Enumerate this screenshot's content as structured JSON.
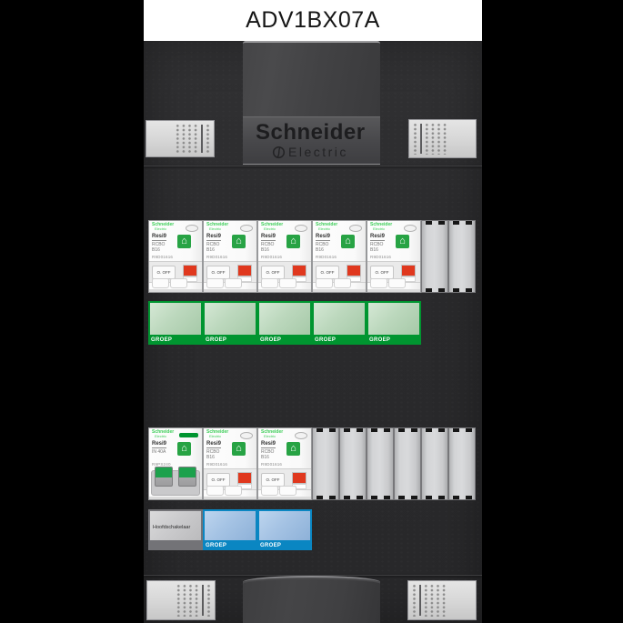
{
  "title": "ADV1BX07A",
  "logo": {
    "name": "Schneider",
    "sub": "Electric"
  },
  "icons": {
    "house": "⌂"
  },
  "row1": {
    "breakers": [
      {
        "brand": "Schneider",
        "brand_sub": "Electric",
        "series": "Resi9",
        "type": "RCBO",
        "rating": "B16",
        "ref": "R9D01616",
        "switch_label": "O. OFF"
      },
      {
        "brand": "Schneider",
        "brand_sub": "Electric",
        "series": "Resi9",
        "type": "RCBO",
        "rating": "B16",
        "ref": "R9D01616",
        "switch_label": "O. OFF"
      },
      {
        "brand": "Schneider",
        "brand_sub": "Electric",
        "series": "Resi9",
        "type": "RCBO",
        "rating": "B16",
        "ref": "R9D01616",
        "switch_label": "O. OFF"
      },
      {
        "brand": "Schneider",
        "brand_sub": "Electric",
        "series": "Resi9",
        "type": "RCBO",
        "rating": "B16",
        "ref": "R9D01616",
        "switch_label": "O. OFF"
      },
      {
        "brand": "Schneider",
        "brand_sub": "Electric",
        "series": "Resi9",
        "type": "RCBO",
        "rating": "B16",
        "ref": "R9D01616",
        "switch_label": "O. OFF"
      }
    ],
    "blank_covers": 2,
    "groups": [
      {
        "label": "GROEP"
      },
      {
        "label": "GROEP"
      },
      {
        "label": "GROEP"
      },
      {
        "label": "GROEP"
      },
      {
        "label": "GROEP"
      }
    ]
  },
  "row2": {
    "main_switch": {
      "brand": "Schneider",
      "brand_sub": "Electric",
      "series": "Resi9",
      "rating": "IN 40A",
      "ref": "R9PS240"
    },
    "breakers": [
      {
        "brand": "Schneider",
        "brand_sub": "Electric",
        "series": "Resi9",
        "type": "RCBO",
        "rating": "B16",
        "ref": "R9D01616",
        "switch_label": "O. OFF"
      },
      {
        "brand": "Schneider",
        "brand_sub": "Electric",
        "series": "Resi9",
        "type": "RCBO",
        "rating": "B16",
        "ref": "R9D01616",
        "switch_label": "O. OFF"
      }
    ],
    "blank_covers": 6,
    "strip": {
      "main_label": "Hoofdschakelaar",
      "groups": [
        {
          "label": "GROEP"
        },
        {
          "label": "GROEP"
        }
      ]
    }
  },
  "colors": {
    "schneider_green": "#3dcd58",
    "group_green": "#009530",
    "group_blue": "#0a86c2",
    "alert_red": "#e0381e"
  }
}
